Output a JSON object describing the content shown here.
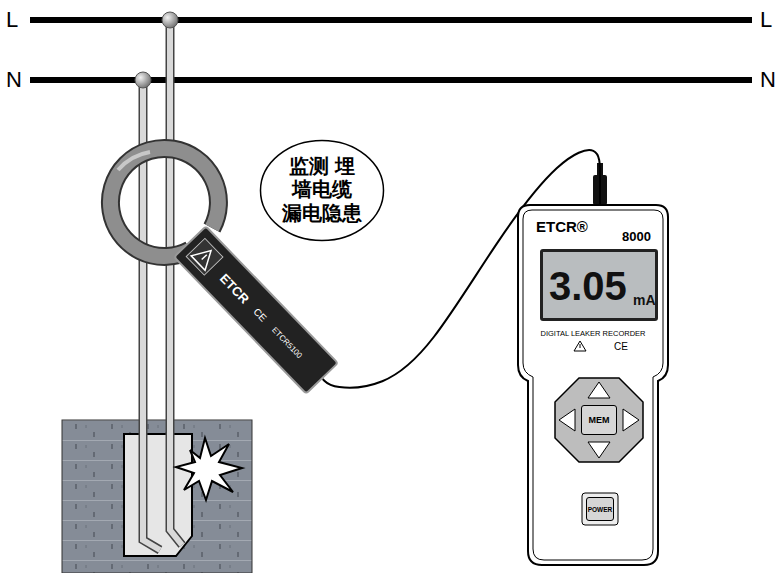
{
  "diagram": {
    "nodes": [
      {
        "text": [
          "监测 埋墙电缆 漏电隐患"
        ]
      },
      {
        "text": [
          "ETCR",
          "CE",
          "ETCR5100"
        ]
      },
      {
        "text": [
          "ETCR®",
          "8000",
          "DIGITAL LEAKER RECORDER",
          "CE"
        ]
      },
      {
        "text": [
          "3.05",
          "mA"
        ],
        "in": 2
      },
      {
        "text": [
          "MEM"
        ],
        "in": 2
      },
      {
        "text": [
          "POWER"
        ],
        "in": 2
      }
    ],
    "edges": [
      {
        "from": 1,
        "to": 2,
        "arrow": "none"
      }
    ],
    "labels": [
      "L",
      "L",
      "N",
      "N"
    ]
  }
}
